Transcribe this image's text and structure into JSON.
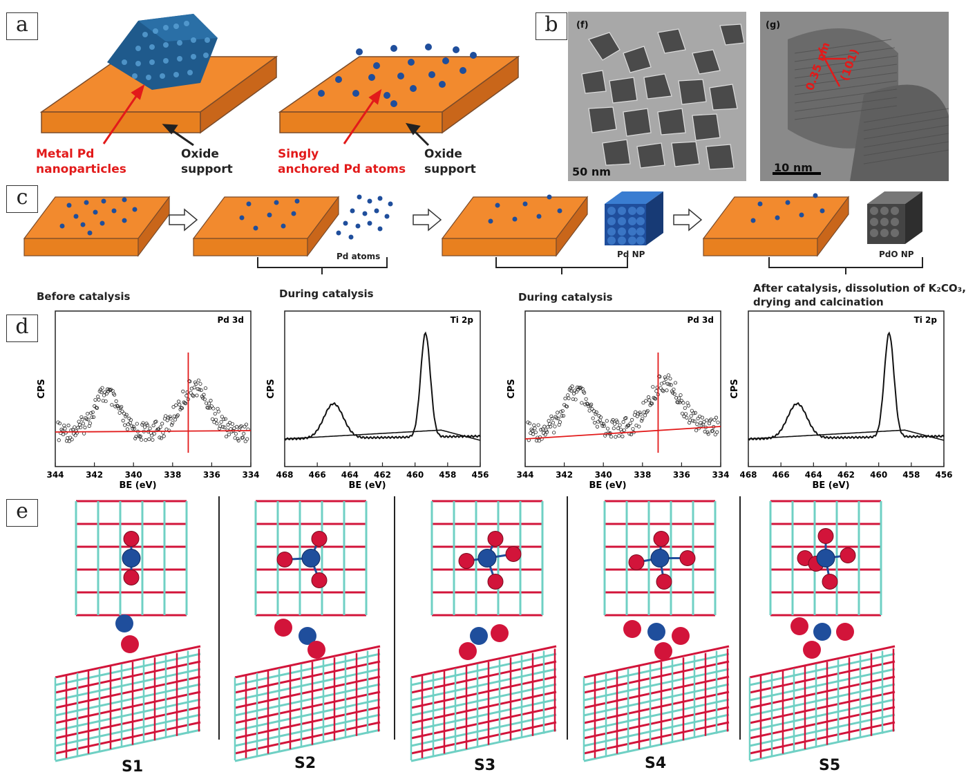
{
  "panels": {
    "a": "a",
    "b": "b",
    "c": "c",
    "d": "d",
    "e": "e"
  },
  "panel_a": {
    "left_red": "Metal Pd\nnanoparticles",
    "left_black": "Oxide\nsupport",
    "right_red": "Singly\nanchored Pd atoms",
    "right_black": "Oxide\nsupport"
  },
  "panel_b": {
    "left_tag": "(f)",
    "left_scale": "50 nm",
    "right_tag": "(g)",
    "right_spacing": "0.35 nm",
    "right_plane": "(101)",
    "right_scale": "10 nm"
  },
  "panel_c": {
    "pd_atoms": "Pd atoms",
    "pd_np": "Pd NP",
    "pdo_np": "PdO NP",
    "before": "Before catalysis",
    "during1": "During catalysis",
    "during2": "During catalysis",
    "after_line1": "After catalysis, dissolution of K₂CO₃,",
    "after_line2": "drying and calcination"
  },
  "panel_d": {
    "ylabel": "CPS",
    "xlabel": "BE (eV)",
    "plots": [
      {
        "title": "Pd 3d",
        "ticks": [
          "344",
          "342",
          "340",
          "338",
          "336",
          "334"
        ]
      },
      {
        "title": "Ti 2p",
        "ticks": [
          "468",
          "466",
          "464",
          "462",
          "460",
          "458",
          "456"
        ]
      },
      {
        "title": "Pd 3d",
        "ticks": [
          "344",
          "342",
          "340",
          "338",
          "336",
          "334"
        ]
      },
      {
        "title": "Ti 2p",
        "ticks": [
          "468",
          "466",
          "464",
          "462",
          "460",
          "458",
          "456"
        ]
      }
    ]
  },
  "panel_e": {
    "labels": [
      "S1",
      "S2",
      "S3",
      "S4",
      "S5"
    ]
  },
  "colors": {
    "orange": "#f28a2e",
    "orange_dark": "#c9661a",
    "pd_blue": "#1f4e9c",
    "red": "#e21a1a",
    "ti": "#6fd0c4",
    "o": "#d2143a"
  }
}
